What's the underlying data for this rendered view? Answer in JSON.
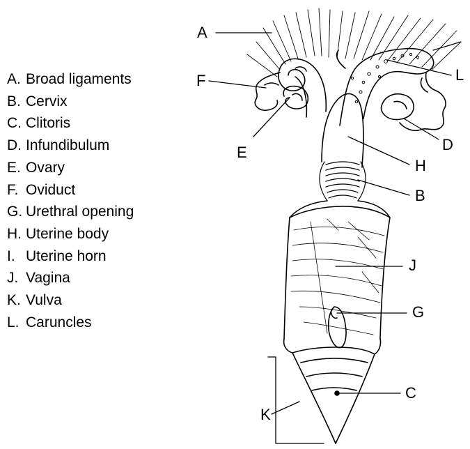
{
  "legend": [
    {
      "key": "A.",
      "name": "Broad ligaments"
    },
    {
      "key": "B.",
      "name": "Cervix"
    },
    {
      "key": "C.",
      "name": "Clitoris"
    },
    {
      "key": "D.",
      "name": "Infundibulum"
    },
    {
      "key": "E.",
      "name": "Ovary"
    },
    {
      "key": "F.",
      "name": "Oviduct"
    },
    {
      "key": "G.",
      "name": "Urethral opening"
    },
    {
      "key": "H.",
      "name": "Uterine body"
    },
    {
      "key": "I.",
      "name": "Uterine horn"
    },
    {
      "key": "J.",
      "name": "Vagina"
    },
    {
      "key": "K.",
      "name": "Vulva"
    },
    {
      "key": "L.",
      "name": "Caruncles"
    }
  ],
  "callouts": {
    "a": "A",
    "b": "B",
    "c": "C",
    "d": "D",
    "e": "E",
    "f": "F",
    "g": "G",
    "h": "H",
    "j": "J",
    "k": "K",
    "l": "L"
  },
  "colors": {
    "ink": "#000000",
    "paper": "#ffffff"
  }
}
